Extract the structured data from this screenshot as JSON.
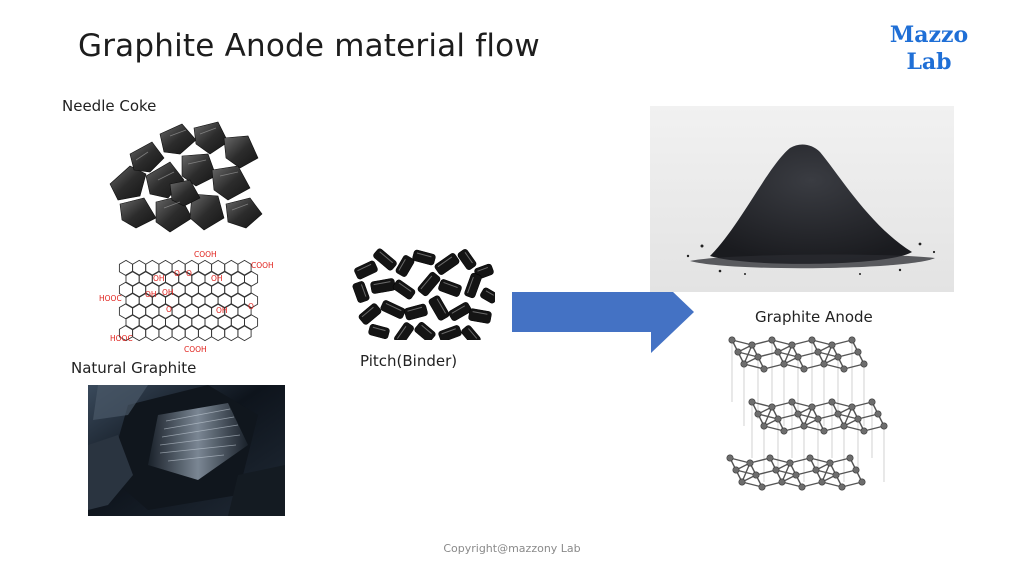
{
  "title": "Graphite Anode material flow",
  "logo": {
    "line1": "Mazzo",
    "line2": "Lab"
  },
  "labels": {
    "needle_coke": "Needle Coke",
    "natural_graphite": "Natural Graphite",
    "pitch": "Pitch(Binder)",
    "graphite_anode": "Graphite Anode"
  },
  "molecule": {
    "groups": {
      "cooh": "COOH",
      "hooc": "HOOC",
      "oh": "OH",
      "o": "O"
    }
  },
  "footer": {
    "copyright": "Copyright@mazzony Lab"
  },
  "colors": {
    "arrow": "#4472c4",
    "logo": "#1f6fd6",
    "molecule_red": "#e0201b"
  }
}
